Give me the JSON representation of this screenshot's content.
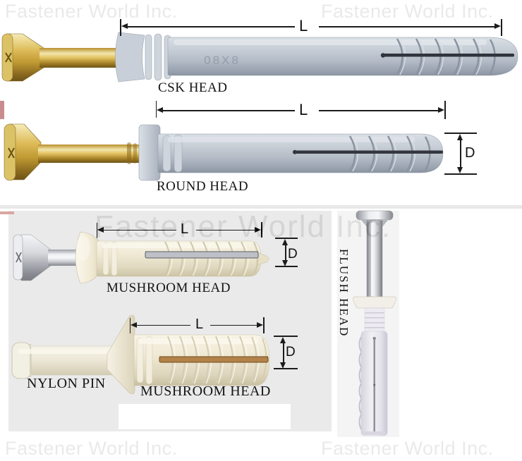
{
  "watermark": {
    "text": "Fastener World Inc.",
    "color": "#e9e9e9"
  },
  "fasteners": {
    "csk": {
      "label": "CSK HEAD",
      "marking": "08X8",
      "dim_length": "L"
    },
    "round": {
      "label": "ROUND HEAD",
      "dim_length": "L",
      "dim_diameter": "D"
    },
    "mushroom": {
      "label": "MUSHROOM HEAD",
      "dim_length": "L",
      "dim_diameter": "D"
    },
    "nylon_pin": {
      "label": "NYLON PIN",
      "head_label": "MUSHROOM HEAD",
      "dim_length": "L",
      "dim_diameter": "D"
    },
    "flush": {
      "label": "FLUSH HEAD"
    }
  },
  "colors": {
    "anchor_gray": "#b7bfca",
    "brass": "#d0ab45",
    "zinc_silver": "#c7c9ce",
    "nylon_cream": "#efe9d4",
    "photo_background": "#eaeaea"
  }
}
